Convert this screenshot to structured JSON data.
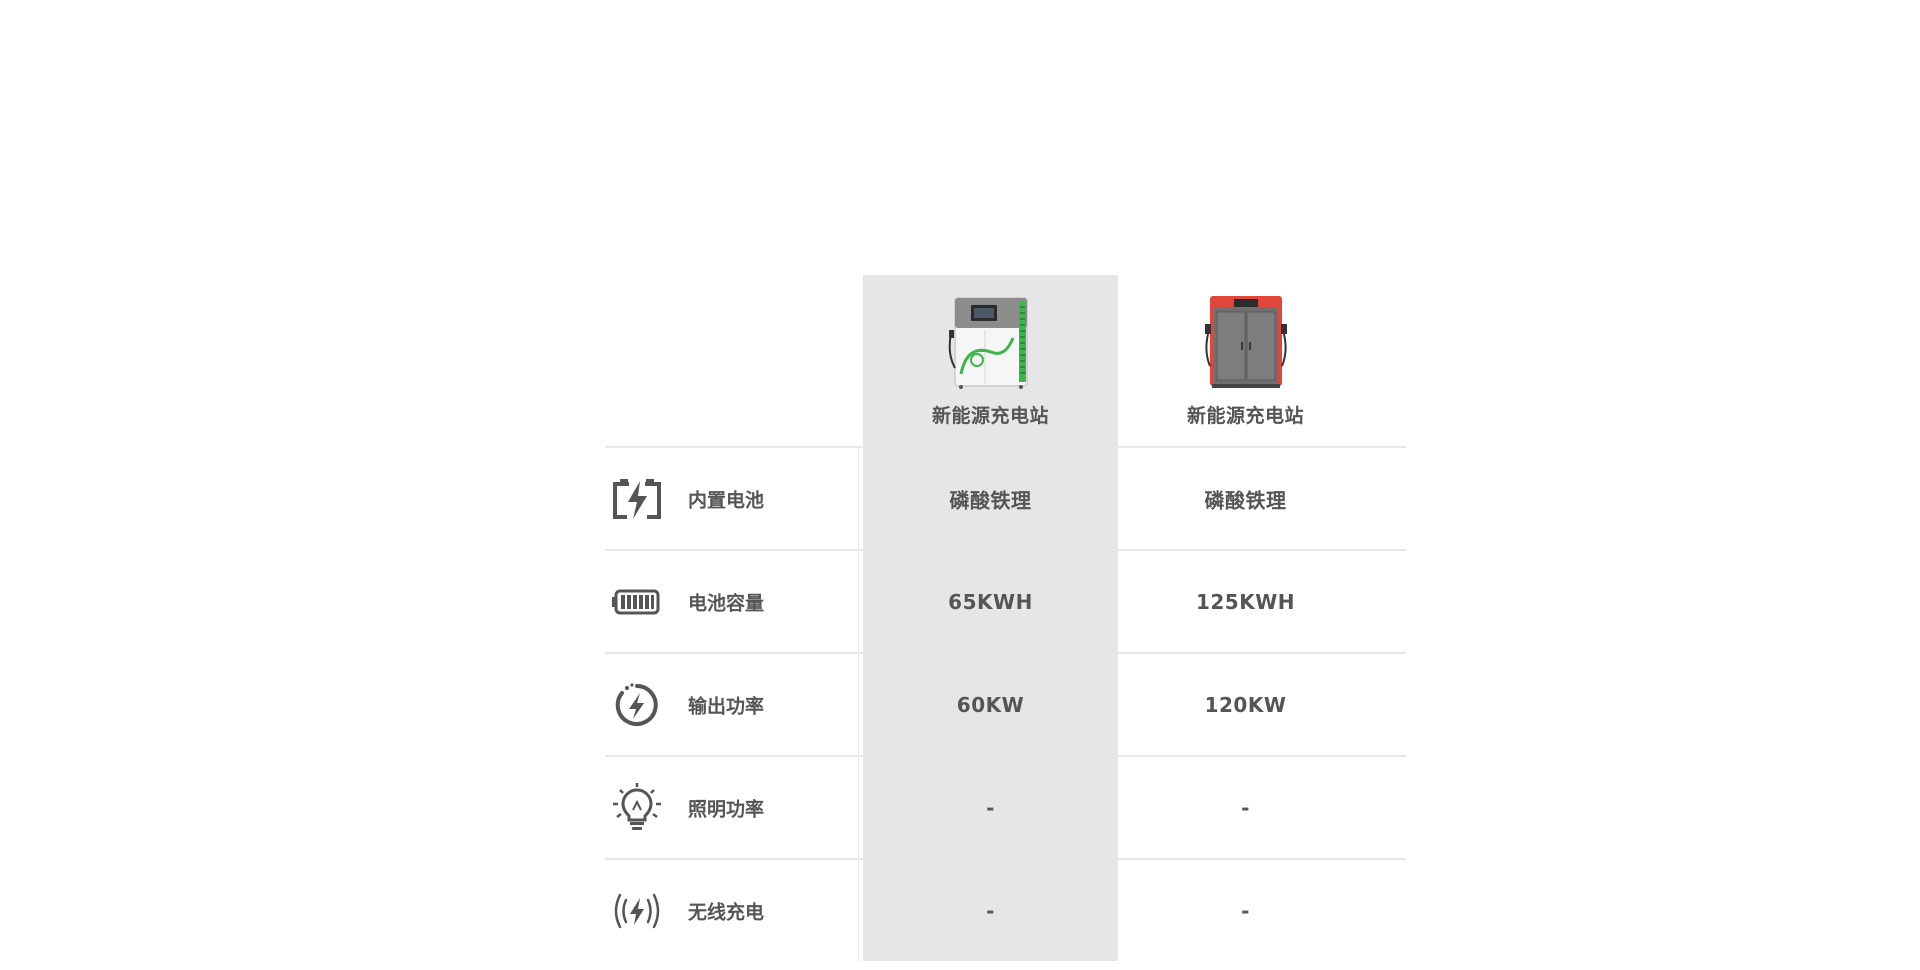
{
  "products": [
    {
      "name": "新能源充电站",
      "image": "charging-station-green-white"
    },
    {
      "name": "新能源充电站",
      "image": "charging-station-red-grey"
    }
  ],
  "rows": [
    {
      "icon": "battery-charge-icon",
      "label": "内置电池",
      "values": [
        "磷酸铁理",
        "磷酸铁理"
      ]
    },
    {
      "icon": "battery-capacity-icon",
      "label": "电池容量",
      "values": [
        "65KWH",
        "125KWH"
      ]
    },
    {
      "icon": "output-power-icon",
      "label": "输出功率",
      "values": [
        "60KW",
        "120KW"
      ]
    },
    {
      "icon": "light-bulb-icon",
      "label": "照明功率",
      "values": [
        "-",
        "-"
      ]
    },
    {
      "icon": "wireless-charge-icon",
      "label": "无线充电",
      "values": [
        "-",
        "-"
      ]
    }
  ],
  "colors": {
    "highlight_column": "#e6e6e6",
    "text": "#555555",
    "divider": "#e8e8e8",
    "accent_green": "#3db54a",
    "accent_red": "#e0463a"
  }
}
